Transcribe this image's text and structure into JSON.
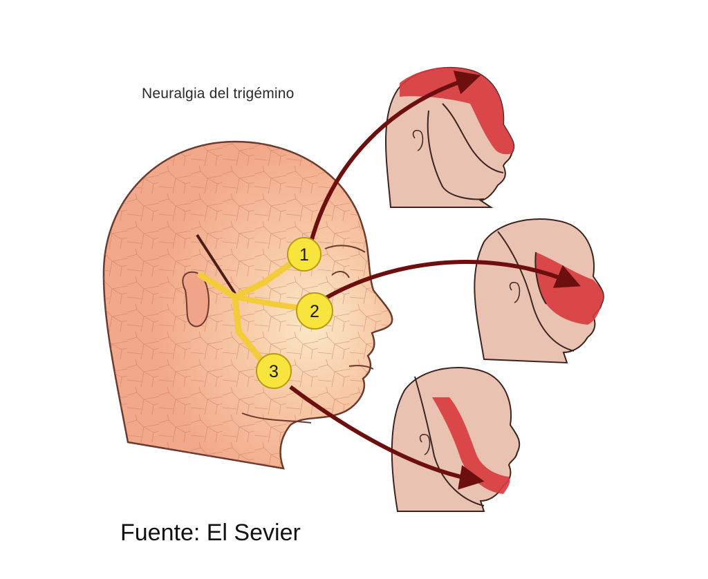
{
  "title": "Neuralgia del trigémino",
  "source": "Fuente: El Sevier",
  "branches": [
    {
      "number": "1",
      "target": "upper"
    },
    {
      "number": "2",
      "target": "middle"
    },
    {
      "number": "3",
      "target": "lower"
    }
  ],
  "colors": {
    "skin_main": "#f2a88a",
    "skin_small": "#eac2b1",
    "highlight": "#d83a3e",
    "nerve": "#f3cc3a",
    "badge": "#f7e43c",
    "arrow": "#6e0f0f",
    "outline": "#3a2320"
  }
}
